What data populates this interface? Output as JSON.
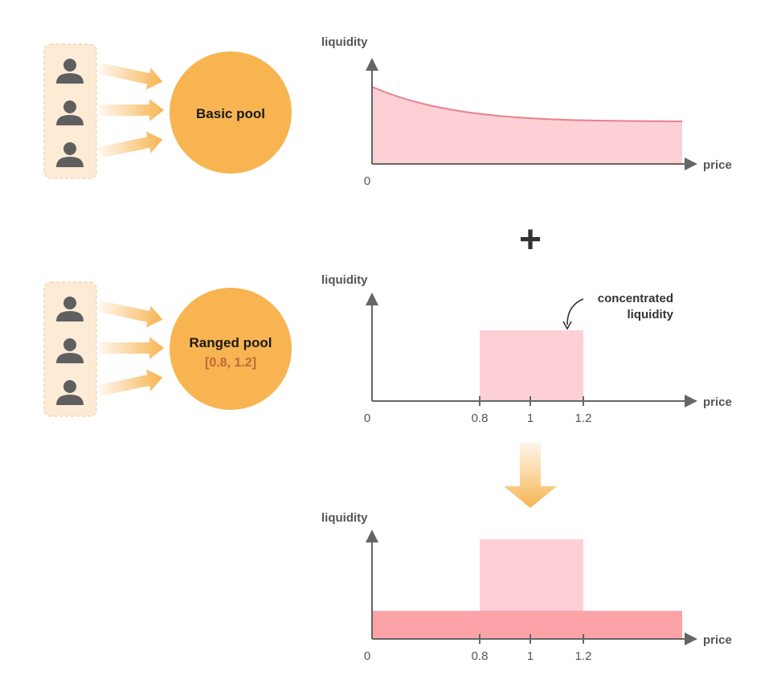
{
  "colors": {
    "pool": "#f7b451",
    "box_bg": "#fdebd6",
    "box_border": "#f0c89a",
    "person": "#5f5f5f",
    "light_pink": "#fdd0d6",
    "dark_pink": "#fca3a8",
    "curve": "#e8808c",
    "axis": "#666666"
  },
  "basic": {
    "pool_label": "Basic pool",
    "users": 3
  },
  "ranged": {
    "pool_label": "Ranged pool",
    "range_label": "[0.8, 1.2]",
    "users": 3
  },
  "plus_sign": "+",
  "charts": {
    "top": {
      "ylabel": "liquidity",
      "xlabel": "price",
      "origin": "0"
    },
    "middle": {
      "ylabel": "liquidity",
      "xlabel": "price",
      "origin": "0",
      "ticks": [
        "0.8",
        "1",
        "1.2"
      ],
      "annotation_line1": "concentrated",
      "annotation_line2": "liquidity"
    },
    "bottom": {
      "ylabel": "liquidity",
      "xlabel": "price",
      "origin": "0",
      "ticks": [
        "0.8",
        "1",
        "1.2"
      ]
    }
  }
}
